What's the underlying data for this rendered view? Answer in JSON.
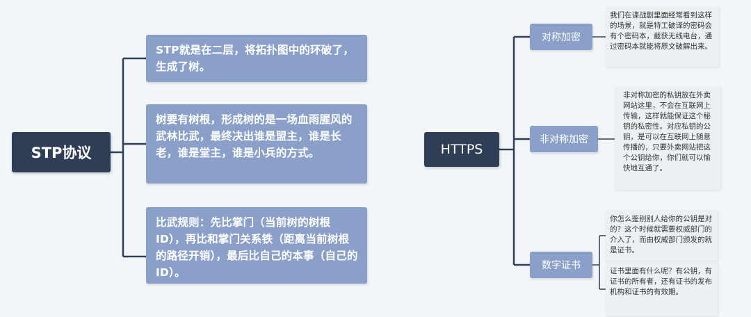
{
  "left": {
    "root": "STP协议",
    "panels": [
      "STP就是在二层，将拓扑图中的环破了，生成了树。",
      "树要有树根，形成树的是一场血雨腥风的武林比武，最终决出谁是盟主，谁是长老，谁是堂主，谁是小兵的方式。",
      "比武规则：先比掌门（当前树的树根ID），再比和掌门关系铁（距离当前树根的路径开销），最后比自己的本事（自己的ID）。"
    ]
  },
  "right": {
    "root": "HTTPS",
    "branches": [
      {
        "label": "对称加密",
        "notes": [
          "我们在谍战剧里面经常看到这样的场景，就是特工破译的密码会有个密码本，截获无线电台，通过密码本就能将原文破解出来。"
        ]
      },
      {
        "label": "非对称加密",
        "notes": [
          "非对称加密的私钥放在外卖网站这里，不会在互联网上传输，这样就能保证这个秘钥的私密性。对应私钥的公钥，是可以在互联网上随意传播的，只要外卖网站把这个公钥给你，你们就可以愉快地互通了。"
        ]
      },
      {
        "label": "数字证书",
        "notes": [
          "你怎么鉴别别人给你的公钥是对的？这个时候就需要权威部门的介入了，而由权威部门颁发的就是证书。",
          "证书里面有什么呢？有公钥，有证书的所有者，还有证书的发布机构和证书的有效期。"
        ]
      }
    ]
  },
  "colors": {
    "root": "#2f3e55",
    "panel": "#8aa0c8",
    "connector": "#2f3e55",
    "note": "#edf0f3"
  }
}
